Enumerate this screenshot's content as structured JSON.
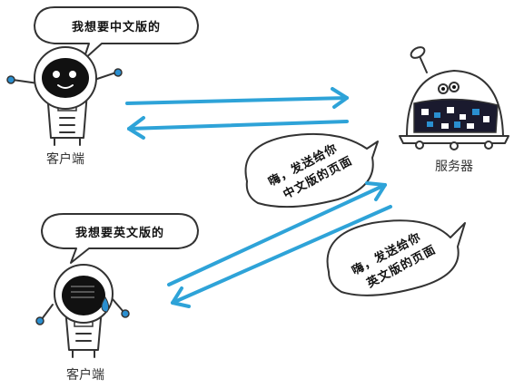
{
  "client_top": {
    "speech": "我想要中文版的",
    "label": "客户端"
  },
  "client_bottom": {
    "speech": "我想要英文版的",
    "label": "客户端"
  },
  "server": {
    "label": "服务器"
  },
  "server_reply_chinese": {
    "line1": "嗨，发送给你",
    "line2": "中文版的页面"
  },
  "server_reply_english": {
    "line1": "嗨，发送给你",
    "line2": "英文版的页面"
  },
  "colors": {
    "arrow": "#2ea3d8",
    "robot_eye": "#2a8fd0",
    "server_screen": "#1a1a2e"
  }
}
